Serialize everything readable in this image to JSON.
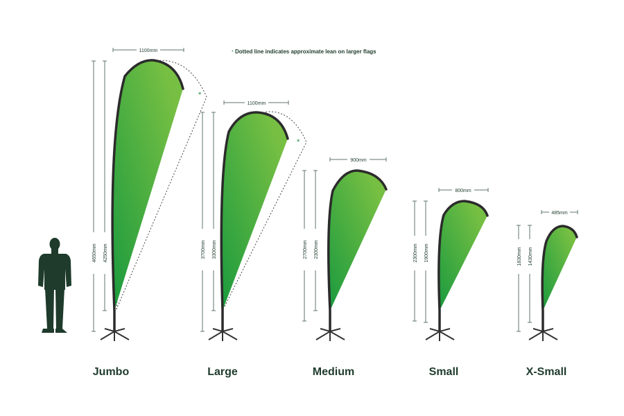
{
  "note": {
    "marker": "*",
    "text": "Dotted line indicates approximate lean on larger flags"
  },
  "colors": {
    "text": "#1e3b2c",
    "dim_line": "#5f7568",
    "pole": "#2b2b2b",
    "flag_dark": "#1a9a3e",
    "flag_light": "#76bf43",
    "silhouette": "#1e3b2c"
  },
  "icons": {
    "person": "person-silhouette-icon",
    "base": "cross-base-icon"
  },
  "flags": [
    {
      "name": "Jumbo",
      "width": "1100mm",
      "total_height": "4650mm",
      "flag_height": "4250mm",
      "lean": true,
      "lean_marker": "*"
    },
    {
      "name": "Large",
      "width": "1100mm",
      "total_height": "3700mm",
      "flag_height": "3300mm",
      "lean": true,
      "lean_marker": "*"
    },
    {
      "name": "Medium",
      "width": "900mm",
      "total_height": "2700mm",
      "flag_height": "2300mm",
      "lean": false
    },
    {
      "name": "Small",
      "width": "800mm",
      "total_height": "2300mm",
      "flag_height": "1900mm",
      "lean": false
    },
    {
      "name": "X-Small",
      "width": "485mm",
      "total_height": "1830mm",
      "flag_height": "1430mm",
      "lean": false
    }
  ]
}
